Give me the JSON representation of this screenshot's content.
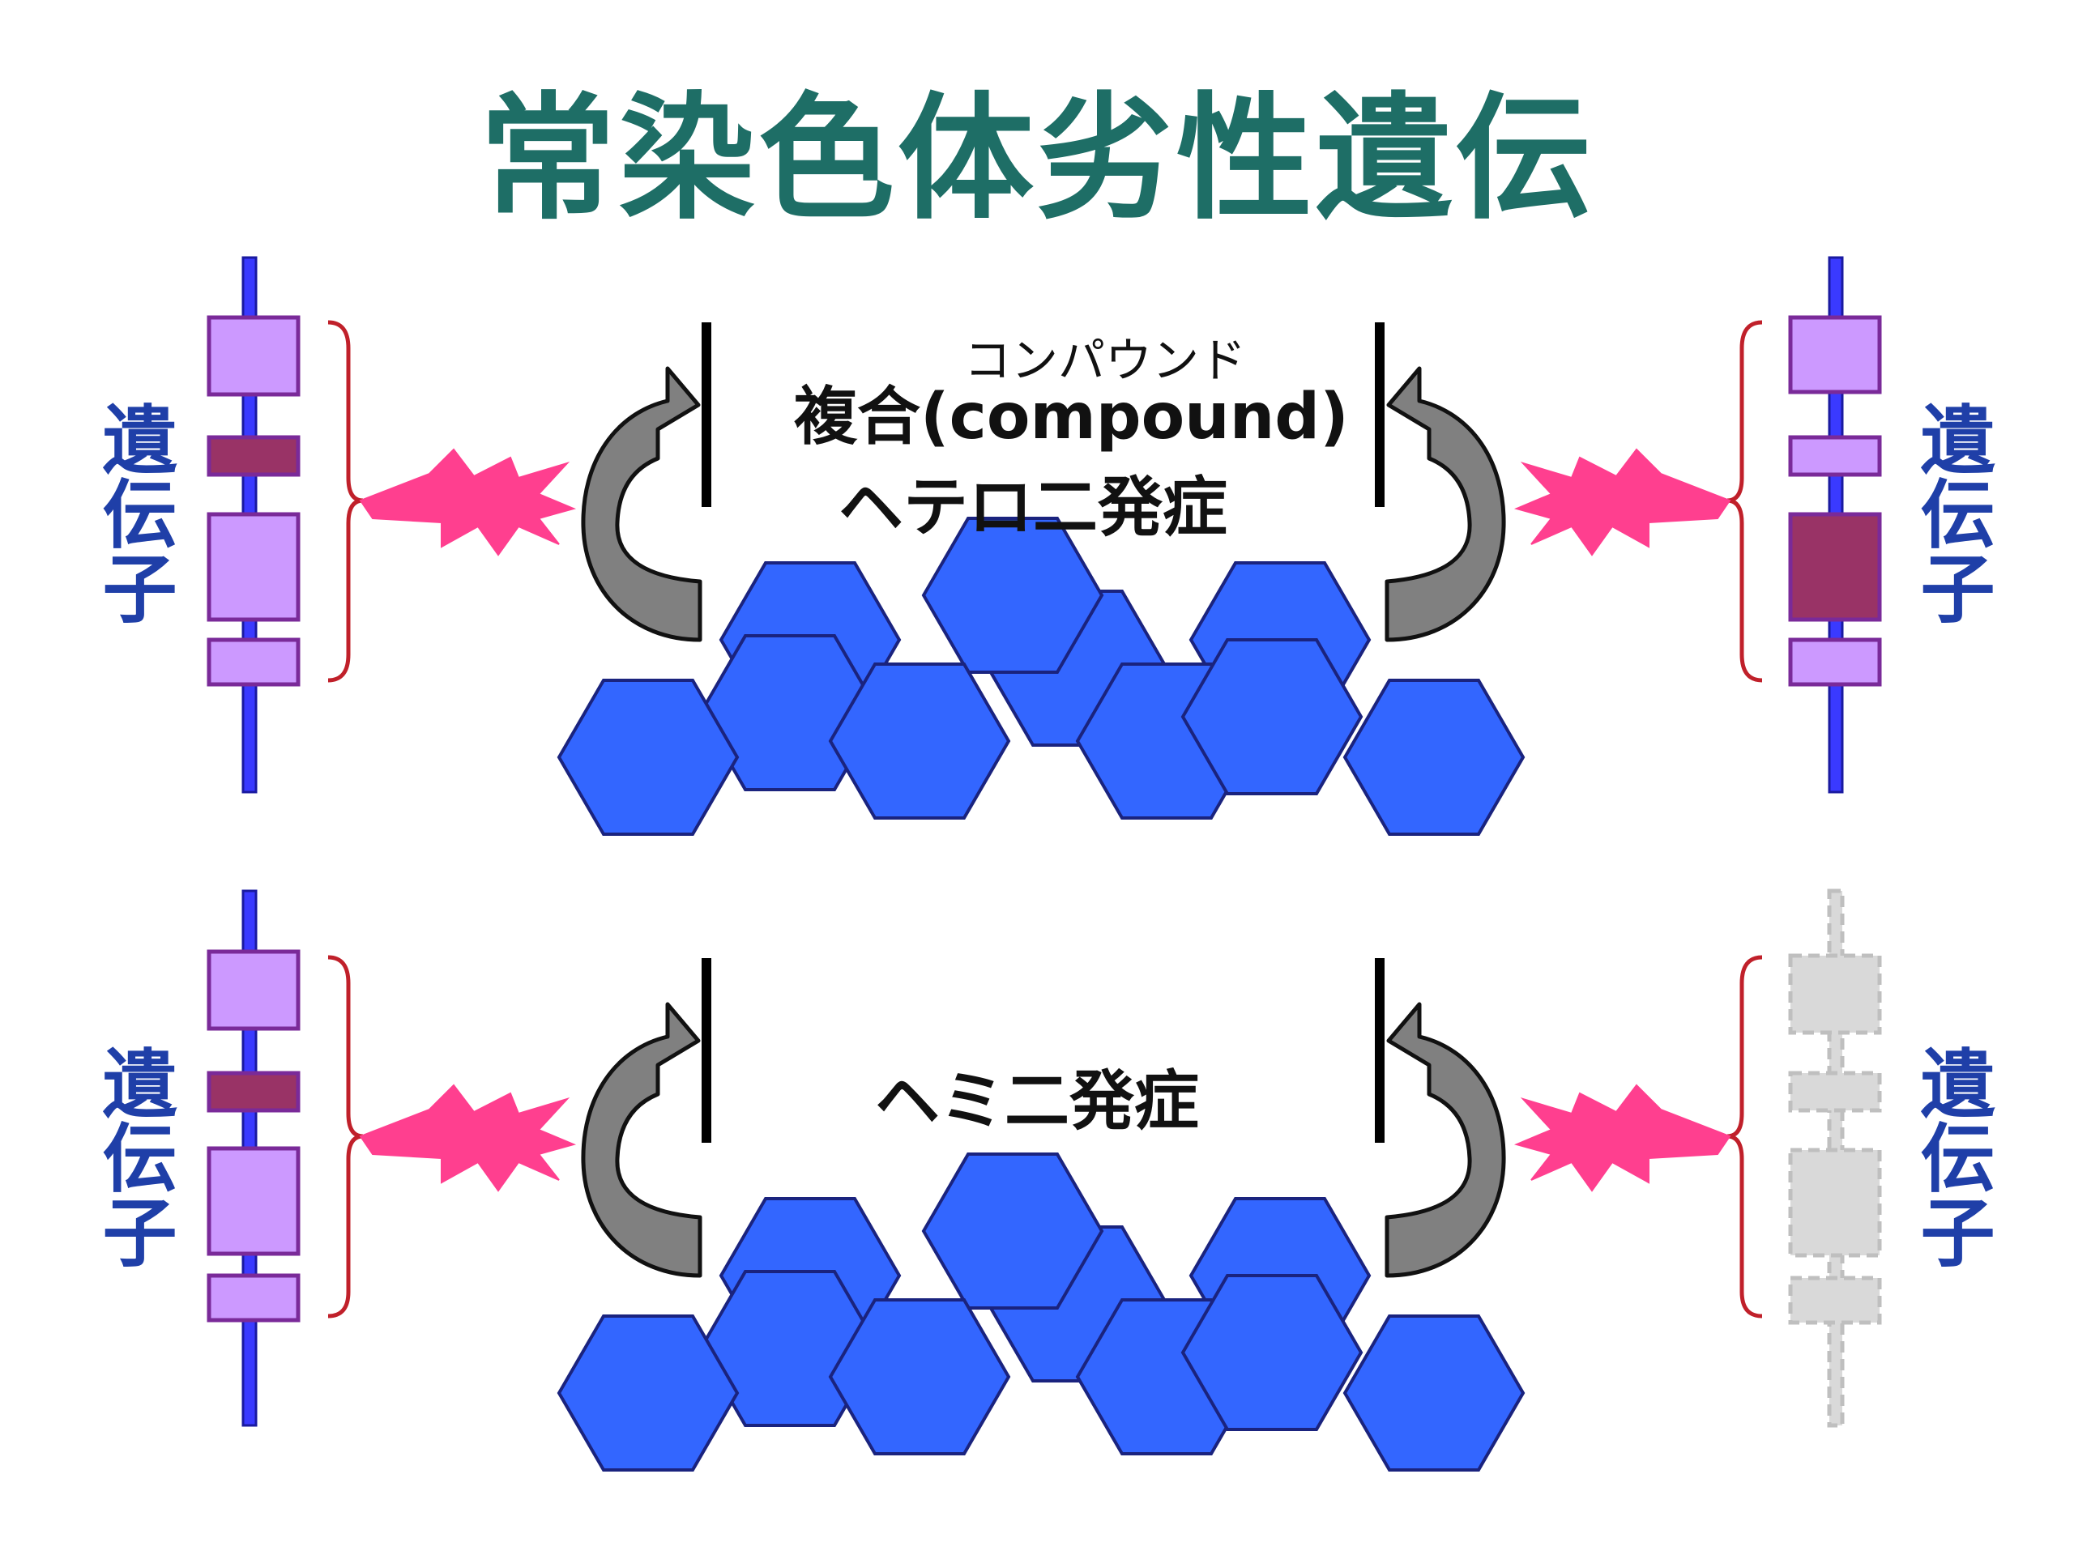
{
  "title": "常染色体劣性遺伝",
  "gene_label": "遺伝子",
  "panel_top": {
    "ruby": "コンパウンド",
    "label_kanji": "複合",
    "label_paren": "(compound)",
    "label_line2": "ヘテロ二発症"
  },
  "panel_bottom": {
    "label": "ヘミ二発症"
  },
  "colors": {
    "title": "#1e6e66",
    "gene_label": "#1f3fa8",
    "chromosome_line": "#3a3aff",
    "exon_normal": "#cc99ff",
    "exon_mutant": "#993366",
    "exon_border": "#7a2a99",
    "brace": "#c0202a",
    "burst": "#ff3f8f",
    "arrow": "#7f7f7f",
    "hexagon": "#3366ff",
    "hexagon_border": "#1a237e",
    "deleted": "#d9d9d9"
  }
}
